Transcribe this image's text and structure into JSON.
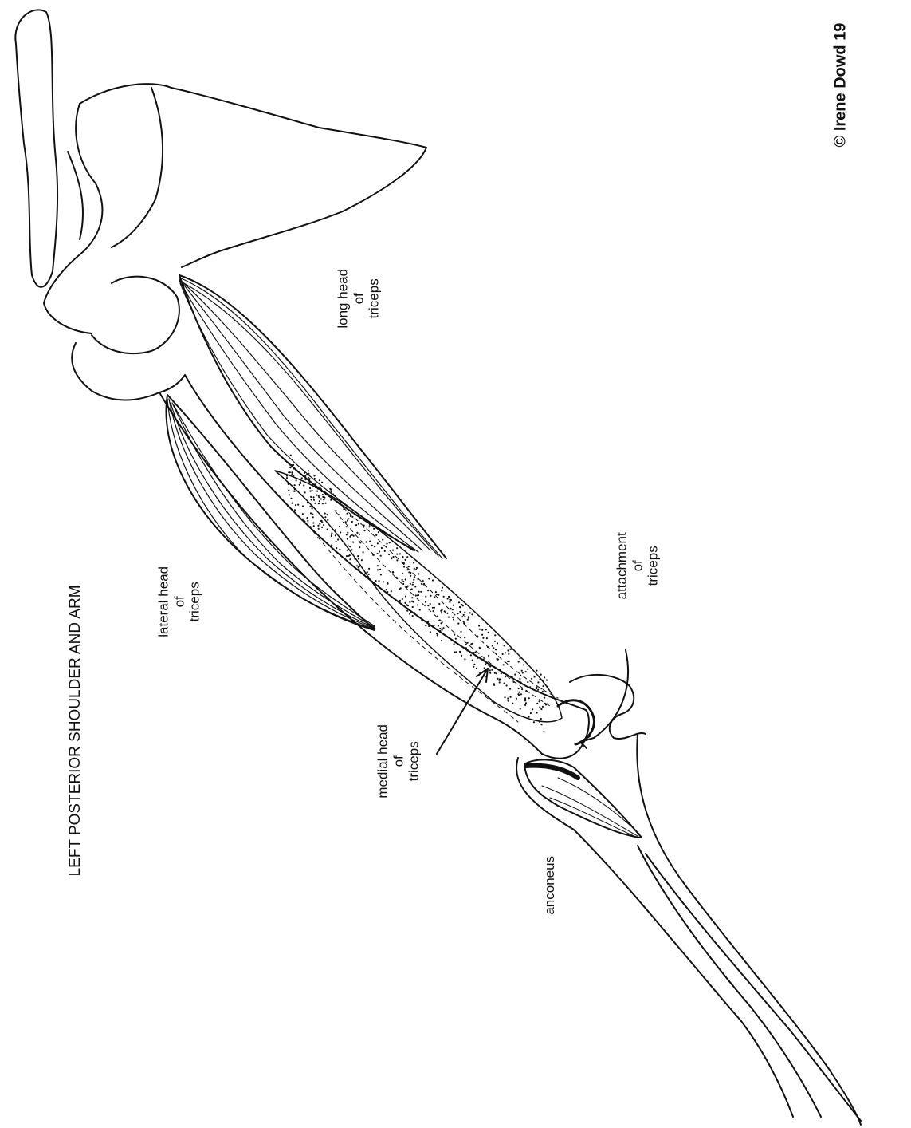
{
  "title": "LEFT POSTERIOR SHOULDER AND ARM",
  "copyright": "© Irene Dowd 19",
  "labels": {
    "long_head": [
      "long head",
      "of",
      "triceps"
    ],
    "lateral_head": [
      "lateral head",
      "of",
      "triceps"
    ],
    "medial_head": [
      "medial head",
      "of",
      "triceps"
    ],
    "attachment": [
      "attachment",
      "of",
      "triceps"
    ],
    "anconeus": "anconeus"
  },
  "colors": {
    "ink": "#111111",
    "paper": "#ffffff"
  }
}
